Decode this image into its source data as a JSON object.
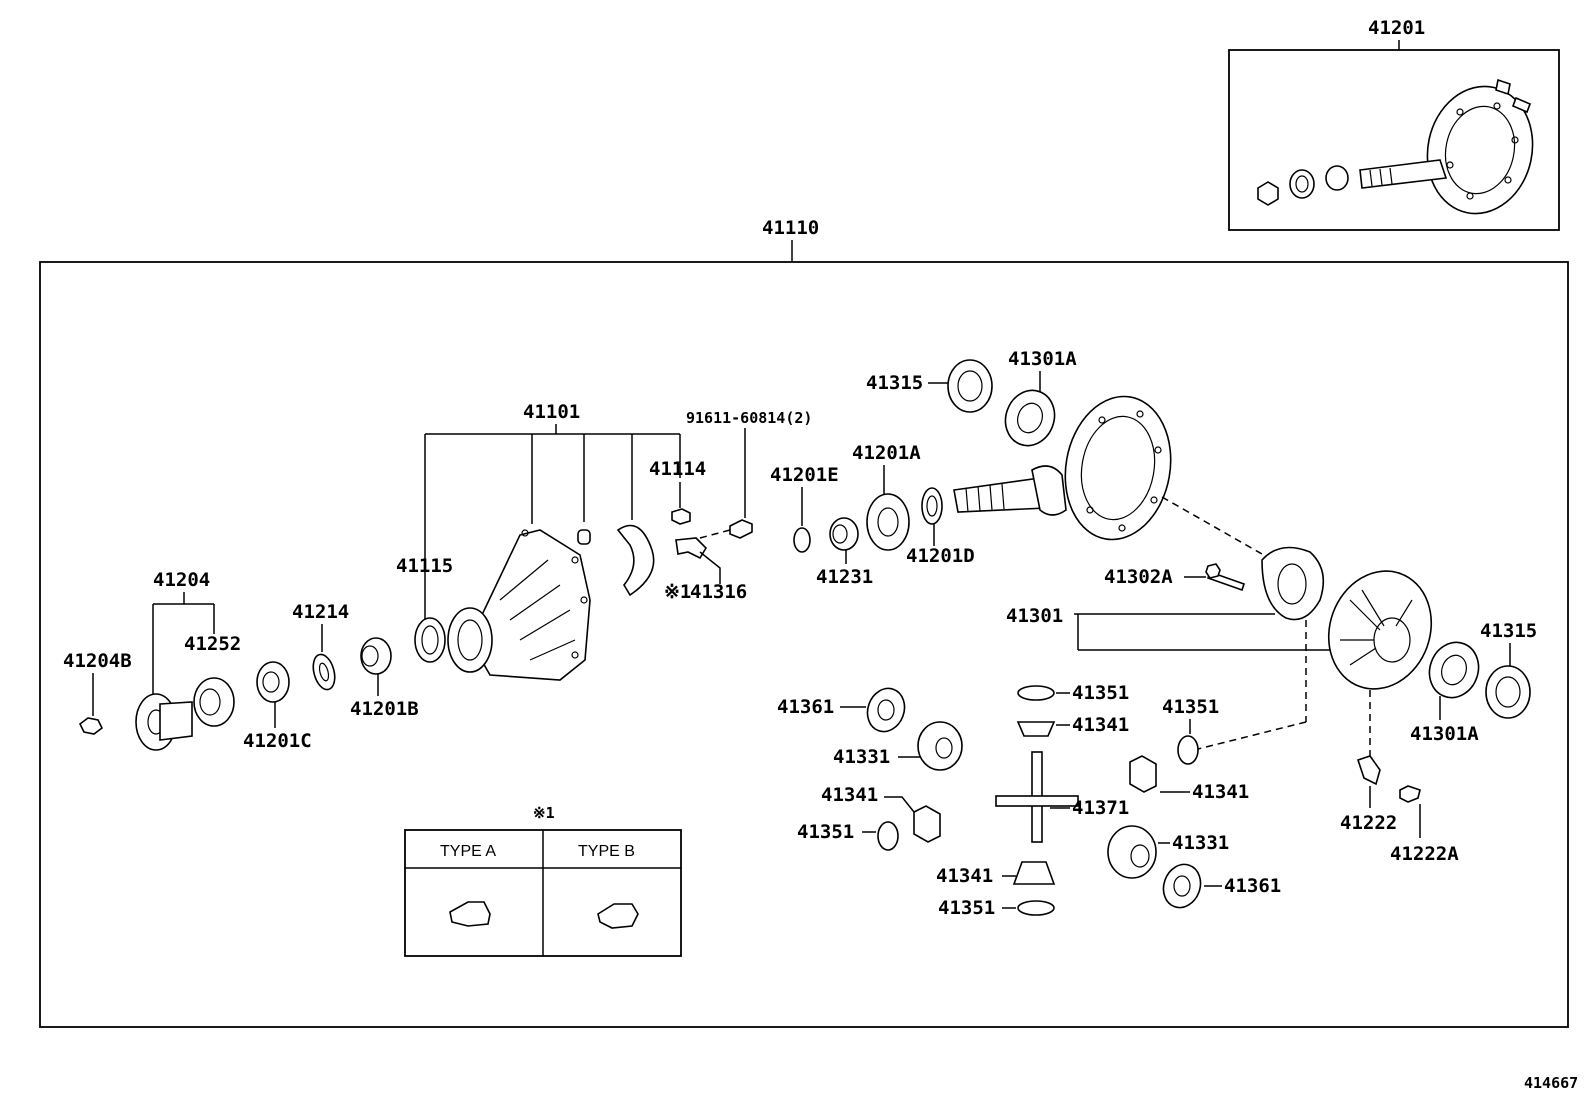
{
  "diagram_id": "414667",
  "labels": {
    "p41201": "41201",
    "p41110": "41110",
    "p41101": "41101",
    "p91611": "91611-60814(2)",
    "p41114": "41114",
    "p41201E": "41201E",
    "p41201A_mid": "41201A",
    "p41315_top": "41315",
    "p41301A_top": "41301A",
    "p41115": "41115",
    "p41316": "41316",
    "p41316_mark": "※1",
    "p41231": "41231",
    "p41201D": "41201D",
    "p41204": "41204",
    "p41252": "41252",
    "p41214": "41214",
    "p41204B": "41204B",
    "p41201B": "41201B",
    "p41201C": "41201C",
    "p41302A": "41302A",
    "p41301": "41301",
    "p41315_right": "41315",
    "p41301A_right": "41301A",
    "p41361_left": "41361",
    "p41331_left": "41331",
    "p41341_left": "41341",
    "p41351_left": "41351",
    "p41351_c1": "41351",
    "p41341_c1": "41341",
    "p41371": "41371",
    "p41341_c2": "41341",
    "p41351_c2": "41351",
    "p41351_r": "41351",
    "p41341_r": "41341",
    "p41331_r": "41331",
    "p41361_r": "41361",
    "p41222": "41222",
    "p41222A": "41222A"
  },
  "inset": {
    "title": "※1",
    "type_a": "TYPE A",
    "type_b": "TYPE B"
  }
}
